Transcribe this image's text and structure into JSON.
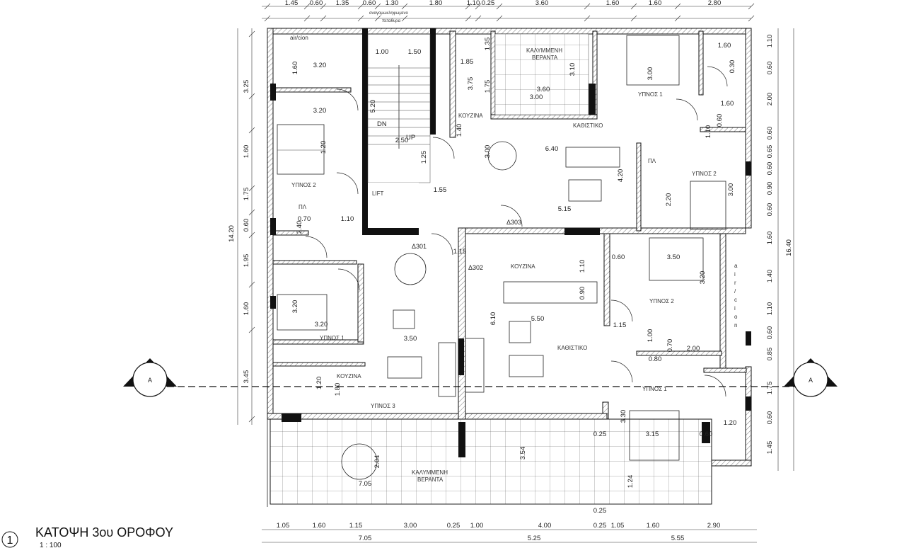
{
  "title": "ΚΑΤΟΨΗ 3ου ΟΡΟΦΟΥ",
  "scale": "1 : 100",
  "view_number": "1",
  "section_marker": "A",
  "rooms": {
    "air_cion": "air/cion",
    "air_cion_vertical": [
      "a",
      "i",
      "r",
      "/",
      "c",
      "i",
      "o",
      "n"
    ],
    "anag": "αναγομωκληφωμενο",
    "anag2": "πεταθυρα",
    "covered_veranda_top": [
      "ΚΑΛΥΜΜΕΝΗ",
      "ΒΕΡΑΝΤΑ"
    ],
    "covered_veranda_bottom": [
      "ΚΑΛΥΜΜΕΝΗ",
      "ΒΕΡΑΝΤΑ"
    ],
    "bedroom_1": "ΥΠΝΟΣ 1",
    "bedroom_2": "ΥΠΝΟΣ 2",
    "bedroom_3": "ΥΠΝΟΣ 3",
    "kitchen": "ΚΟΥΖΙΝΑ",
    "living": "ΚΑΘΙΣΤΙΚΟ",
    "lift": "LIFT",
    "up": "UP",
    "dn": "DN",
    "pl": "ΠΛ",
    "apt_301": "Δ301",
    "apt_302": "Δ302",
    "apt_303": "Δ303"
  },
  "dims_top": [
    "1.45",
    "0.60",
    "1.35",
    "0.60",
    "1.30",
    "1.80",
    "1.10",
    "0.25",
    "3.60",
    "1.60",
    "1.60",
    "2.80"
  ],
  "dims_bottom": [
    "1.05",
    "1.60",
    "1.15",
    "3.00",
    "0.25",
    "1.00",
    "4.00",
    "0.25",
    "1.05",
    "1.60",
    "2.90"
  ],
  "dims_bottom_totals": [
    "7.05",
    "5.25",
    "5.55"
  ],
  "dims_left": [
    "3.25",
    "1.60",
    "1.75",
    "0.60",
    "1.95",
    "1.60",
    "3.45"
  ],
  "dims_left_total": "14.20",
  "dims_right": [
    "1.10",
    "0.60",
    "2.00",
    "0.60",
    "0.65",
    "0.60",
    "0.90",
    "0.60",
    "1.60",
    "1.40",
    "1.10",
    "0.60",
    "0.85",
    "1.75",
    "0.60",
    "1.45"
  ],
  "dims_right_total": "16.40",
  "dims_inner": [
    "1.00",
    "1.50",
    "3.20",
    "1.60",
    "3.20",
    "1.85",
    "1.35",
    "3.75",
    "1.75",
    "3.10",
    "3.60",
    "3.00",
    "3.00",
    "1.60",
    "0.30",
    "1.60",
    "0.60",
    "5.20",
    "1.40",
    "2.50",
    "6.40",
    "1.10",
    "1.25",
    "3.00",
    "4.20",
    "2.20",
    "3.00",
    "1.20",
    "1.55",
    "5.15",
    "0.70",
    "1.10",
    "2.40",
    "1.15",
    "0.60",
    "3.50",
    "1.10",
    "3.20",
    "0.90",
    "3.20",
    "6.10",
    "5.50",
    "1.15",
    "3.20",
    "3.50",
    "1.00",
    "0.70",
    "2.00",
    "0.80",
    "1.20",
    "1.80",
    "3.30",
    "0.25",
    "3.15",
    "0.60",
    "1.20",
    "3.54",
    "2.04",
    "7.05",
    "1.24",
    "0.25"
  ]
}
